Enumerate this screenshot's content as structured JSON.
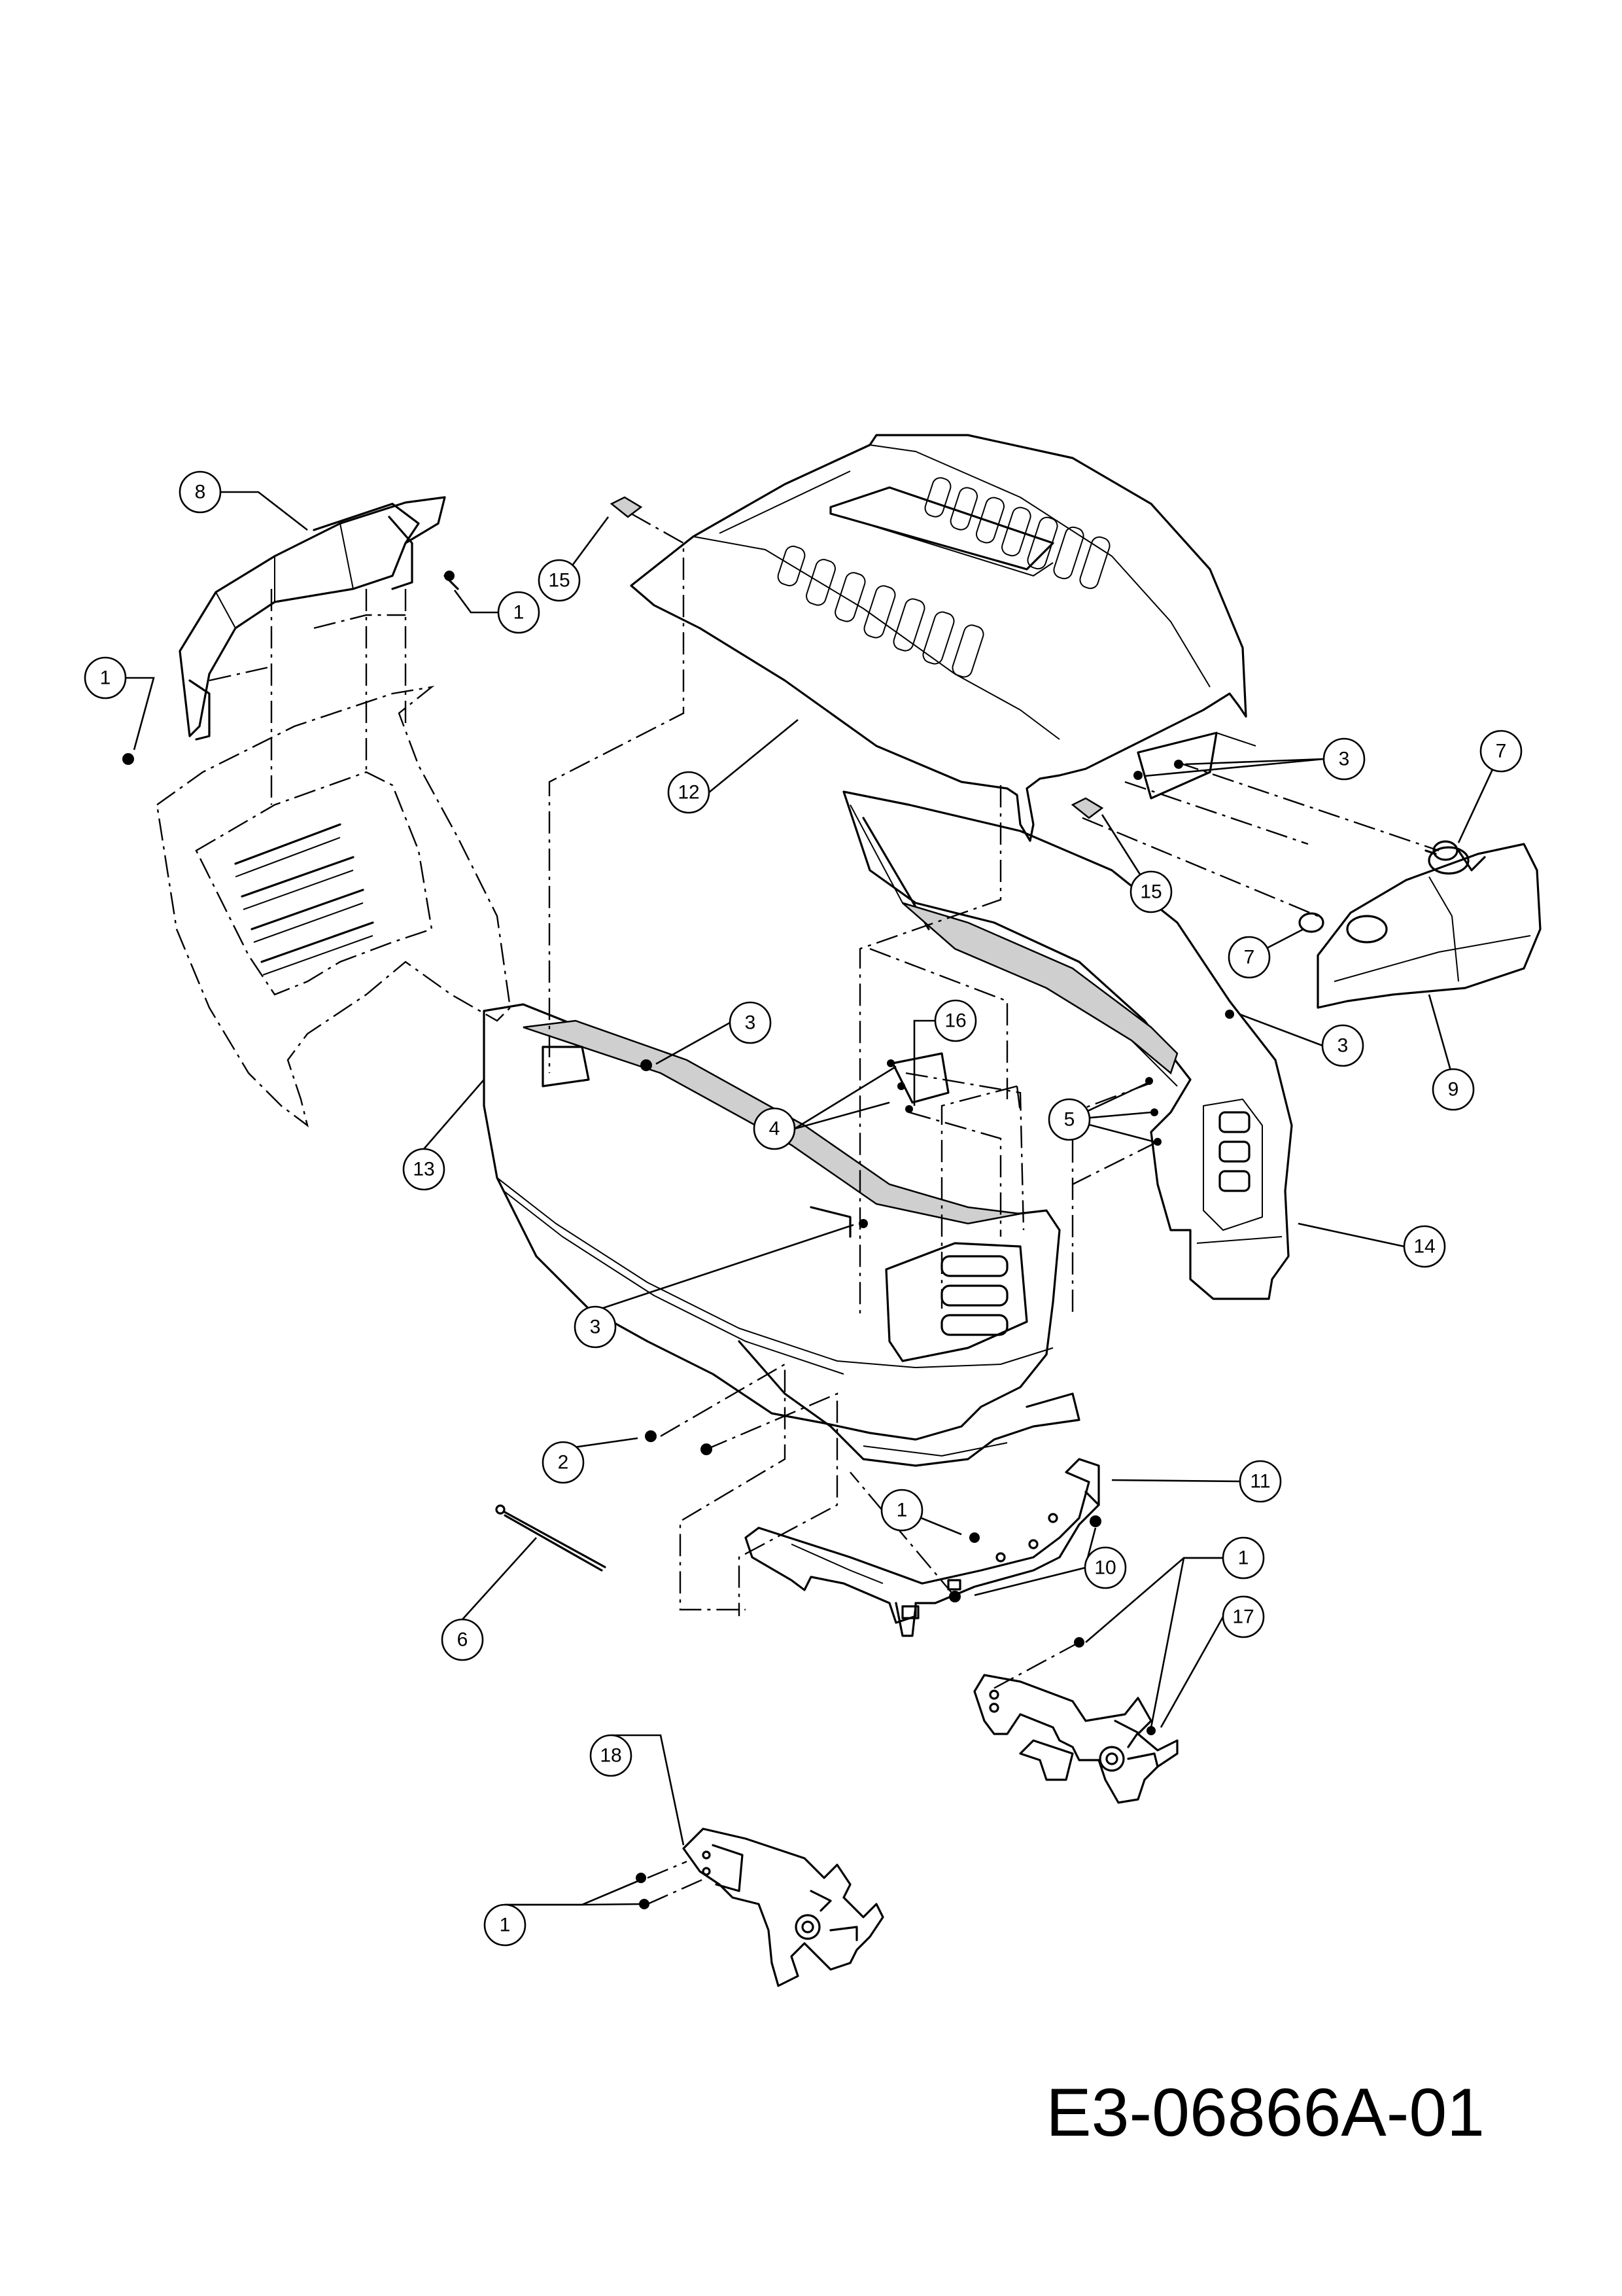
{
  "drawing_code": "E3-06866A-01",
  "callouts": [
    {
      "id": "c8",
      "label": "8"
    },
    {
      "id": "c1a",
      "label": "1"
    },
    {
      "id": "c1b",
      "label": "1"
    },
    {
      "id": "c15a",
      "label": "15"
    },
    {
      "id": "c12",
      "label": "12"
    },
    {
      "id": "c3a",
      "label": "3"
    },
    {
      "id": "c7a",
      "label": "7"
    },
    {
      "id": "c15b",
      "label": "15"
    },
    {
      "id": "c7b",
      "label": "7"
    },
    {
      "id": "c3b",
      "label": "3"
    },
    {
      "id": "c9",
      "label": "9"
    },
    {
      "id": "c3c",
      "label": "3"
    },
    {
      "id": "c16",
      "label": "16"
    },
    {
      "id": "c4",
      "label": "4"
    },
    {
      "id": "c5",
      "label": "5"
    },
    {
      "id": "c13",
      "label": "13"
    },
    {
      "id": "c14",
      "label": "14"
    },
    {
      "id": "c3d",
      "label": "3"
    },
    {
      "id": "c2",
      "label": "2"
    },
    {
      "id": "c11",
      "label": "11"
    },
    {
      "id": "c1c",
      "label": "1"
    },
    {
      "id": "c10",
      "label": "10"
    },
    {
      "id": "c1d",
      "label": "1"
    },
    {
      "id": "c17",
      "label": "17"
    },
    {
      "id": "c6",
      "label": "6"
    },
    {
      "id": "c18",
      "label": "18"
    },
    {
      "id": "c1e",
      "label": "1"
    }
  ]
}
